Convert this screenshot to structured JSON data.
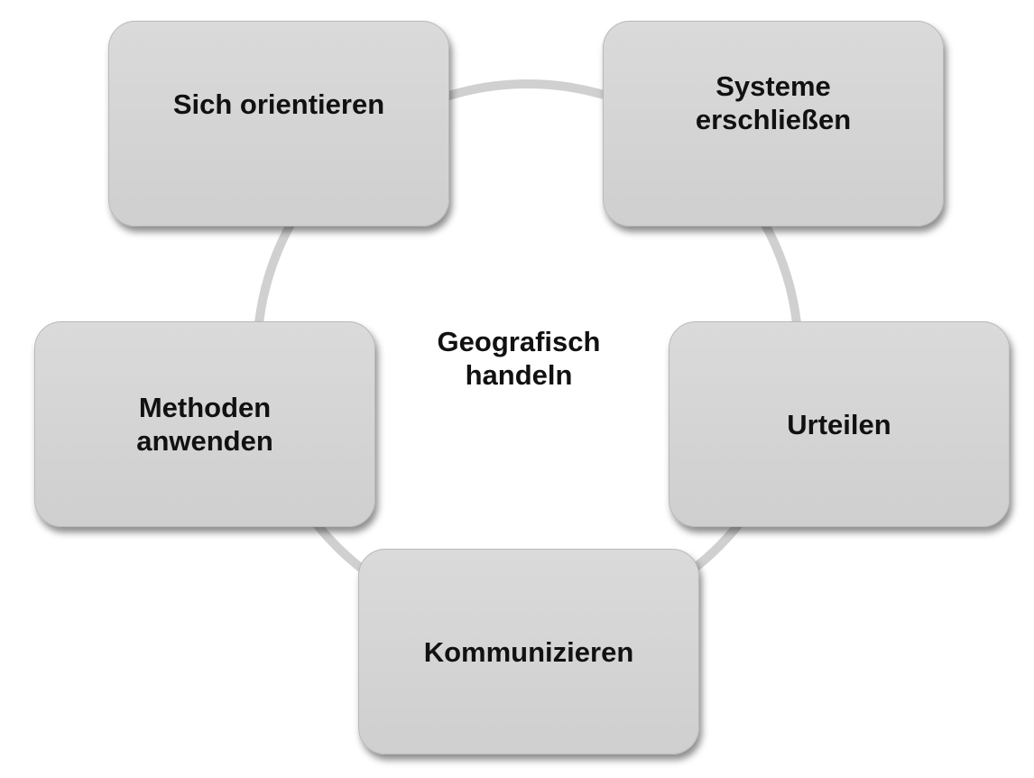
{
  "diagram": {
    "center": "Geografisch\nhandeln",
    "nodes": [
      {
        "label": "Sich orientieren"
      },
      {
        "label": "Systeme\nerschließen"
      },
      {
        "label": "Urteilen"
      },
      {
        "label": "Kommunizieren"
      },
      {
        "label": "Methoden\nanwenden"
      }
    ]
  },
  "colors": {
    "box_fill": "#d4d4d4",
    "ring": "#d0d0d0",
    "text": "#111111"
  }
}
